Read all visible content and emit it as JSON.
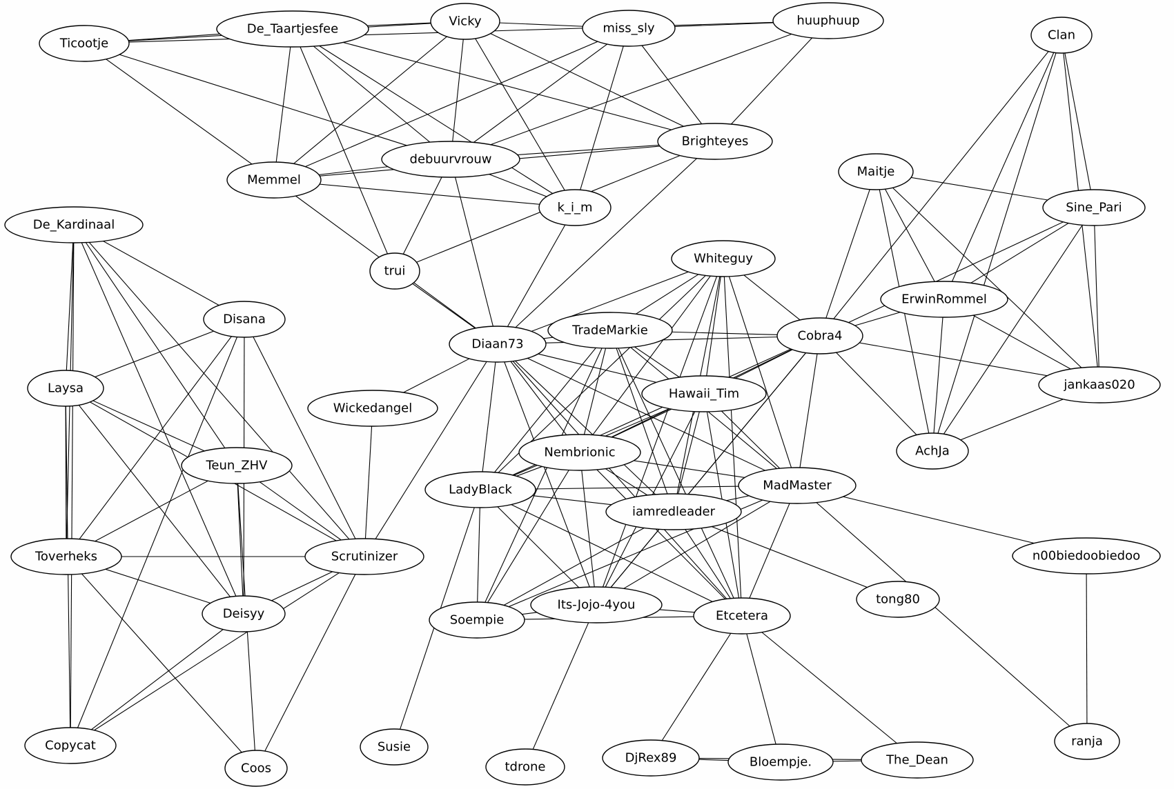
{
  "diagram": {
    "nodes": [
      {
        "id": "Ticootje",
        "label": "Ticootje"
      },
      {
        "id": "De_Taartjesfee",
        "label": "De_Taartjesfee"
      },
      {
        "id": "Vicky",
        "label": "Vicky"
      },
      {
        "id": "miss_sly",
        "label": "miss_sly"
      },
      {
        "id": "huuphuup",
        "label": "huuphuup"
      },
      {
        "id": "Clan",
        "label": "Clan"
      },
      {
        "id": "debuurvrouw",
        "label": "debuurvrouw"
      },
      {
        "id": "Brighteyes",
        "label": "Brighteyes"
      },
      {
        "id": "Memmel",
        "label": "Memmel"
      },
      {
        "id": "k_i_m",
        "label": "k_i_m"
      },
      {
        "id": "Maitje",
        "label": "Maitje"
      },
      {
        "id": "Sine_Pari",
        "label": "Sine_Pari"
      },
      {
        "id": "De_Kardinaal",
        "label": "De_Kardinaal"
      },
      {
        "id": "trui",
        "label": "trui"
      },
      {
        "id": "Whiteguy",
        "label": "Whiteguy"
      },
      {
        "id": "ErwinRommel",
        "label": "ErwinRommel"
      },
      {
        "id": "Disana",
        "label": "Disana"
      },
      {
        "id": "TradeMarkie",
        "label": "TradeMarkie"
      },
      {
        "id": "Cobra4",
        "label": "Cobra4"
      },
      {
        "id": "Diaan73",
        "label": "Diaan73"
      },
      {
        "id": "Laysa",
        "label": "Laysa"
      },
      {
        "id": "Hawaii_Tim",
        "label": "Hawaii_Tim"
      },
      {
        "id": "jankaas020",
        "label": "jankaas020"
      },
      {
        "id": "Wickedangel",
        "label": "Wickedangel"
      },
      {
        "id": "AchJa",
        "label": "AchJa"
      },
      {
        "id": "Nembrionic",
        "label": "Nembrionic"
      },
      {
        "id": "Teun_ZHV",
        "label": "Teun_ZHV"
      },
      {
        "id": "LadyBlack",
        "label": "LadyBlack"
      },
      {
        "id": "MadMaster",
        "label": "MadMaster"
      },
      {
        "id": "iamredleader",
        "label": "iamredleader"
      },
      {
        "id": "Toverheks",
        "label": "Toverheks"
      },
      {
        "id": "Scrutinizer",
        "label": "Scrutinizer"
      },
      {
        "id": "n00biedoobiedoo",
        "label": "n00biedoobiedoo"
      },
      {
        "id": "tong80",
        "label": "tong80"
      },
      {
        "id": "Its-Jojo-4you",
        "label": "Its-Jojo-4you"
      },
      {
        "id": "Deisyy",
        "label": "Deisyy"
      },
      {
        "id": "Soempie",
        "label": "Soempie"
      },
      {
        "id": "Etcetera",
        "label": "Etcetera"
      },
      {
        "id": "Copycat",
        "label": "Copycat"
      },
      {
        "id": "Susie",
        "label": "Susie"
      },
      {
        "id": "ranja",
        "label": "ranja"
      },
      {
        "id": "DjRex89",
        "label": "DjRex89"
      },
      {
        "id": "The_Dean",
        "label": "The_Dean"
      },
      {
        "id": "tdrone",
        "label": "tdrone"
      },
      {
        "id": "Bloempje",
        "label": "Bloempje."
      },
      {
        "id": "Coos",
        "label": "Coos"
      }
    ],
    "edges": [
      [
        "Ticootje",
        "De_Taartjesfee"
      ],
      [
        "Ticootje",
        "Vicky"
      ],
      [
        "Ticootje",
        "huuphuup"
      ],
      [
        "Ticootje",
        "Memmel"
      ],
      [
        "Ticootje",
        "debuurvrouw"
      ],
      [
        "De_Taartjesfee",
        "Vicky"
      ],
      [
        "De_Taartjesfee",
        "Brighteyes"
      ],
      [
        "De_Taartjesfee",
        "debuurvrouw"
      ],
      [
        "De_Taartjesfee",
        "Memmel"
      ],
      [
        "De_Taartjesfee",
        "k_i_m"
      ],
      [
        "De_Taartjesfee",
        "trui"
      ],
      [
        "Vicky",
        "miss_sly"
      ],
      [
        "Vicky",
        "debuurvrouw"
      ],
      [
        "Vicky",
        "Memmel"
      ],
      [
        "Vicky",
        "k_i_m"
      ],
      [
        "Vicky",
        "Brighteyes"
      ],
      [
        "miss_sly",
        "huuphuup"
      ],
      [
        "miss_sly",
        "Memmel"
      ],
      [
        "miss_sly",
        "debuurvrouw"
      ],
      [
        "miss_sly",
        "Brighteyes"
      ],
      [
        "miss_sly",
        "k_i_m"
      ],
      [
        "huuphuup",
        "debuurvrouw"
      ],
      [
        "huuphuup",
        "Brighteyes"
      ],
      [
        "debuurvrouw",
        "Brighteyes"
      ],
      [
        "debuurvrouw",
        "Memmel"
      ],
      [
        "debuurvrouw",
        "k_i_m"
      ],
      [
        "debuurvrouw",
        "trui"
      ],
      [
        "debuurvrouw",
        "Diaan73"
      ],
      [
        "Memmel",
        "Brighteyes"
      ],
      [
        "Memmel",
        "k_i_m"
      ],
      [
        "Memmel",
        "Diaan73"
      ],
      [
        "Brighteyes",
        "trui"
      ],
      [
        "Brighteyes",
        "Diaan73"
      ],
      [
        "k_i_m",
        "Diaan73"
      ],
      [
        "trui",
        "Diaan73"
      ],
      [
        "Clan",
        "Cobra4"
      ],
      [
        "Clan",
        "ErwinRommel"
      ],
      [
        "Clan",
        "Sine_Pari"
      ],
      [
        "Clan",
        "jankaas020"
      ],
      [
        "Clan",
        "AchJa"
      ],
      [
        "Maitje",
        "Sine_Pari"
      ],
      [
        "Maitje",
        "ErwinRommel"
      ],
      [
        "Maitje",
        "Cobra4"
      ],
      [
        "Maitje",
        "AchJa"
      ],
      [
        "Maitje",
        "jankaas020"
      ],
      [
        "Sine_Pari",
        "Cobra4"
      ],
      [
        "Sine_Pari",
        "ErwinRommel"
      ],
      [
        "Sine_Pari",
        "jankaas020"
      ],
      [
        "Sine_Pari",
        "AchJa"
      ],
      [
        "ErwinRommel",
        "Cobra4"
      ],
      [
        "ErwinRommel",
        "AchJa"
      ],
      [
        "ErwinRommel",
        "jankaas020"
      ],
      [
        "Cobra4",
        "jankaas020"
      ],
      [
        "Cobra4",
        "AchJa"
      ],
      [
        "jankaas020",
        "AchJa"
      ],
      [
        "De_Kardinaal",
        "Disana"
      ],
      [
        "De_Kardinaal",
        "Laysa"
      ],
      [
        "De_Kardinaal",
        "Toverheks"
      ],
      [
        "De_Kardinaal",
        "Teun_ZHV"
      ],
      [
        "De_Kardinaal",
        "Scrutinizer"
      ],
      [
        "De_Kardinaal",
        "Deisyy"
      ],
      [
        "De_Kardinaal",
        "Copycat"
      ],
      [
        "Disana",
        "Laysa"
      ],
      [
        "Disana",
        "Scrutinizer"
      ],
      [
        "Disana",
        "Toverheks"
      ],
      [
        "Disana",
        "Deisyy"
      ],
      [
        "Disana",
        "Copycat"
      ],
      [
        "Laysa",
        "Teun_ZHV"
      ],
      [
        "Laysa",
        "Toverheks"
      ],
      [
        "Laysa",
        "Scrutinizer"
      ],
      [
        "Laysa",
        "Deisyy"
      ],
      [
        "Laysa",
        "Copycat"
      ],
      [
        "Teun_ZHV",
        "Toverheks"
      ],
      [
        "Teun_ZHV",
        "Scrutinizer"
      ],
      [
        "Teun_ZHV",
        "Deisyy"
      ],
      [
        "Teun_ZHV",
        "Coos"
      ],
      [
        "Toverheks",
        "Scrutinizer"
      ],
      [
        "Toverheks",
        "Deisyy"
      ],
      [
        "Toverheks",
        "Coos"
      ],
      [
        "Scrutinizer",
        "Deisyy"
      ],
      [
        "Scrutinizer",
        "Copycat"
      ],
      [
        "Scrutinizer",
        "Coos"
      ],
      [
        "Scrutinizer",
        "Diaan73"
      ],
      [
        "Deisyy",
        "Copycat"
      ],
      [
        "Wickedangel",
        "Diaan73"
      ],
      [
        "Wickedangel",
        "Scrutinizer"
      ],
      [
        "Whiteguy",
        "Diaan73"
      ],
      [
        "Whiteguy",
        "TradeMarkie"
      ],
      [
        "Whiteguy",
        "Cobra4"
      ],
      [
        "Whiteguy",
        "Hawaii_Tim"
      ],
      [
        "Whiteguy",
        "Nembrionic"
      ],
      [
        "Whiteguy",
        "LadyBlack"
      ],
      [
        "Whiteguy",
        "MadMaster"
      ],
      [
        "Whiteguy",
        "iamredleader"
      ],
      [
        "Whiteguy",
        "Its-Jojo-4you"
      ],
      [
        "Whiteguy",
        "Etcetera"
      ],
      [
        "TradeMarkie",
        "Diaan73"
      ],
      [
        "TradeMarkie",
        "Cobra4"
      ],
      [
        "TradeMarkie",
        "Hawaii_Tim"
      ],
      [
        "TradeMarkie",
        "Nembrionic"
      ],
      [
        "TradeMarkie",
        "LadyBlack"
      ],
      [
        "TradeMarkie",
        "MadMaster"
      ],
      [
        "TradeMarkie",
        "iamredleader"
      ],
      [
        "TradeMarkie",
        "Soempie"
      ],
      [
        "TradeMarkie",
        "Etcetera"
      ],
      [
        "Diaan73",
        "Cobra4"
      ],
      [
        "Diaan73",
        "Hawaii_Tim"
      ],
      [
        "Diaan73",
        "Nembrionic"
      ],
      [
        "Diaan73",
        "LadyBlack"
      ],
      [
        "Diaan73",
        "MadMaster"
      ],
      [
        "Diaan73",
        "iamredleader"
      ],
      [
        "Diaan73",
        "Its-Jojo-4you"
      ],
      [
        "Diaan73",
        "Etcetera"
      ],
      [
        "Cobra4",
        "Hawaii_Tim"
      ],
      [
        "Cobra4",
        "Nembrionic"
      ],
      [
        "Cobra4",
        "LadyBlack"
      ],
      [
        "Cobra4",
        "MadMaster"
      ],
      [
        "Cobra4",
        "iamredleader"
      ],
      [
        "Cobra4",
        "Its-Jojo-4you"
      ],
      [
        "Hawaii_Tim",
        "Nembrionic"
      ],
      [
        "Hawaii_Tim",
        "LadyBlack"
      ],
      [
        "Hawaii_Tim",
        "MadMaster"
      ],
      [
        "Hawaii_Tim",
        "iamredleader"
      ],
      [
        "Hawaii_Tim",
        "Its-Jojo-4you"
      ],
      [
        "Hawaii_Tim",
        "Etcetera"
      ],
      [
        "Nembrionic",
        "LadyBlack"
      ],
      [
        "Nembrionic",
        "MadMaster"
      ],
      [
        "Nembrionic",
        "iamredleader"
      ],
      [
        "Nembrionic",
        "Its-Jojo-4you"
      ],
      [
        "Nembrionic",
        "Soempie"
      ],
      [
        "Nembrionic",
        "Etcetera"
      ],
      [
        "LadyBlack",
        "MadMaster"
      ],
      [
        "LadyBlack",
        "iamredleader"
      ],
      [
        "LadyBlack",
        "Its-Jojo-4you"
      ],
      [
        "LadyBlack",
        "Soempie"
      ],
      [
        "LadyBlack",
        "Etcetera"
      ],
      [
        "LadyBlack",
        "Susie"
      ],
      [
        "MadMaster",
        "iamredleader"
      ],
      [
        "MadMaster",
        "Its-Jojo-4you"
      ],
      [
        "MadMaster",
        "Soempie"
      ],
      [
        "MadMaster",
        "Etcetera"
      ],
      [
        "MadMaster",
        "n00biedoobiedoo"
      ],
      [
        "MadMaster",
        "ranja"
      ],
      [
        "iamredleader",
        "Its-Jojo-4you"
      ],
      [
        "iamredleader",
        "Soempie"
      ],
      [
        "iamredleader",
        "Etcetera"
      ],
      [
        "iamredleader",
        "tong80"
      ],
      [
        "Its-Jojo-4you",
        "Soempie"
      ],
      [
        "Its-Jojo-4you",
        "Etcetera"
      ],
      [
        "Its-Jojo-4you",
        "tdrone"
      ],
      [
        "Soempie",
        "Etcetera"
      ],
      [
        "n00biedoobiedoo",
        "ranja"
      ],
      [
        "Etcetera",
        "DjRex89"
      ],
      [
        "Etcetera",
        "Bloempje"
      ],
      [
        "Etcetera",
        "The_Dean"
      ],
      [
        "DjRex89",
        "Bloempje"
      ],
      [
        "DjRex89",
        "The_Dean"
      ],
      [
        "Bloempje",
        "The_Dean"
      ]
    ]
  }
}
